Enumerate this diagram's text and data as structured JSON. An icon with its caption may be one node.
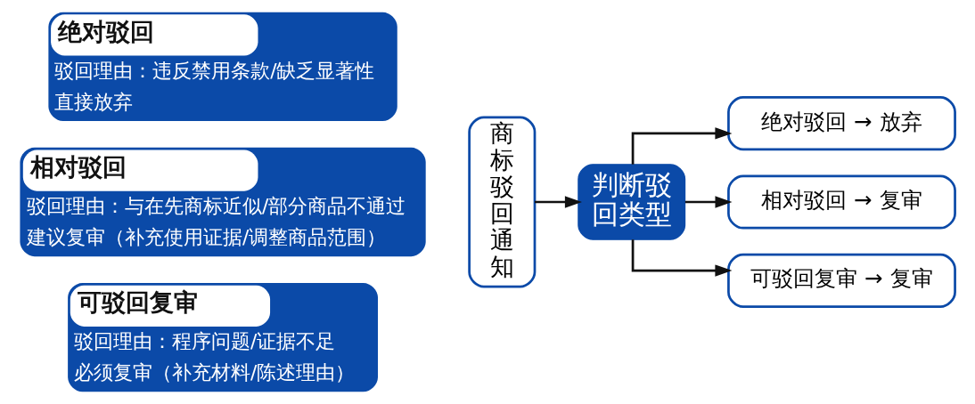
{
  "diagram": {
    "nodes": [
      {
        "text": [
          "绝对驳回",
          "驳回理由：违反禁用条款/缺乏显著性",
          "直接放弃"
        ]
      },
      {
        "text": [
          "相对驳回",
          "驳回理由：与在先商标近似/部分商品不通过",
          "建议复审（补充使用证据/调整商品范围）"
        ]
      },
      {
        "text": [
          "可驳回复审",
          "驳回理由：程序问题/证据不足",
          "必须复审（补充材料/陈述理由）"
        ]
      },
      {
        "text": [
          "商标驳回通知"
        ]
      },
      {
        "text": [
          "判断驳回类型"
        ]
      },
      {
        "text": [
          "绝对驳回 → 放弃"
        ]
      },
      {
        "text": [
          "相对驳回 → 复审"
        ]
      },
      {
        "text": [
          "可驳回复审 → 复审"
        ]
      }
    ],
    "edges": [
      {
        "from": 3,
        "to": 4,
        "arrow": "to"
      },
      {
        "from": 4,
        "to": 5,
        "arrow": "to"
      },
      {
        "from": 4,
        "to": 6,
        "arrow": "to"
      },
      {
        "from": 4,
        "to": 7,
        "arrow": "to"
      }
    ]
  }
}
